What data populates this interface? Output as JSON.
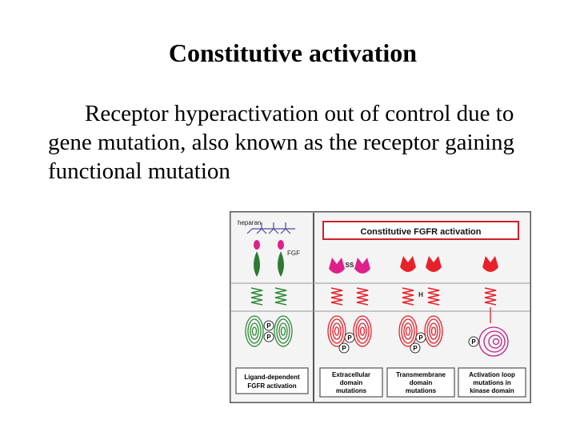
{
  "slide": {
    "title": "Constitutive activation",
    "body": "Receptor hyperactivation out of control due to gene mutation, also known as the receptor gaining functional mutation"
  },
  "figure": {
    "label_heparan": "heparan",
    "label_fgf": "FGF",
    "header": "Constitutive FGFR activation",
    "label_ss": "SS",
    "label_h": "H",
    "phospho": "P",
    "captions": [
      {
        "line1": "Ligand-dependent",
        "line2": "FGFR activation",
        "line3": ""
      },
      {
        "line1": "Extracellular",
        "line2": "domain",
        "line3": "mutations"
      },
      {
        "line1": "Transmembrane",
        "line2": "domain",
        "line3": "mutations"
      },
      {
        "line1": "Activation loop",
        "line2": "mutations in",
        "line3": "kinase domain"
      }
    ],
    "colors": {
      "green": "#2e8b3a",
      "red": "#e8202a",
      "magenta": "#e0208a",
      "border": "#444444",
      "header_border": "#d0202a"
    }
  }
}
